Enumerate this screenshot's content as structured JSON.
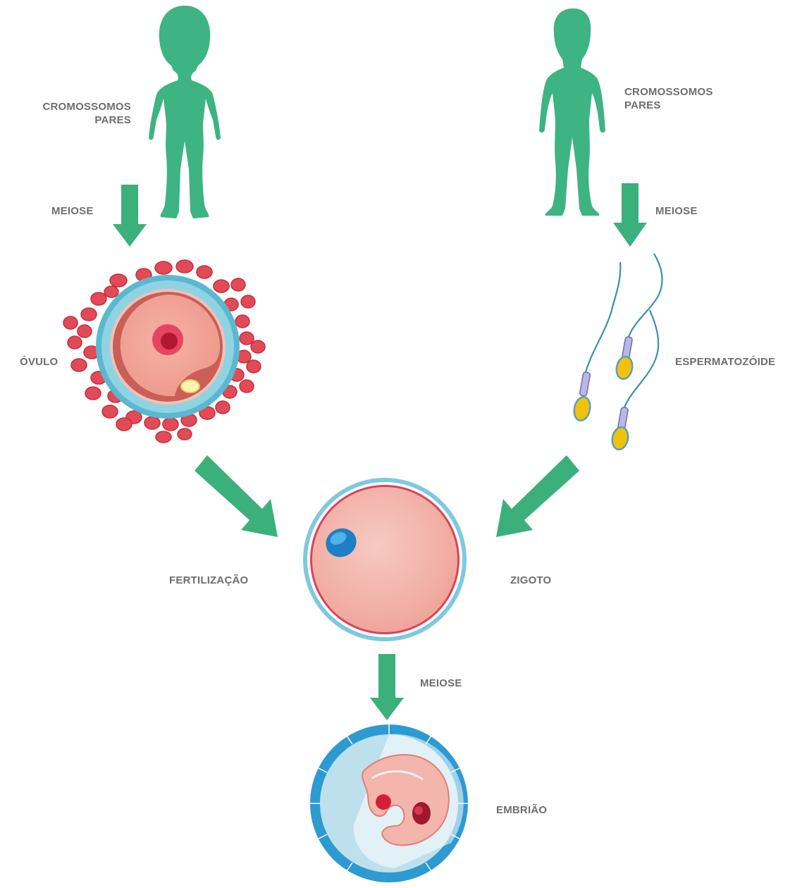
{
  "colors": {
    "arrow": "#3bb07b",
    "silhouette": "#3db482",
    "label": "#6d6e71",
    "cell_red": "#e34a57",
    "zona_blue": "#6ec6db"
  },
  "labels": {
    "female_chromosomes_line1": "CROMOSSOMOS",
    "female_chromosomes_line2": "PARES",
    "male_chromosomes_line1": "CROMOSSOMOS",
    "male_chromosomes_line2": "PARES",
    "meiosis_female": "MEIOSE",
    "meiosis_male": "MEIOSE",
    "ovum": "ÓVULO",
    "sperm": "ESPERMATOZÓIDE",
    "fertilization": "FERTILIZAÇÃO",
    "zygote": "ZIGOTO",
    "meiosis_zygote": "MEIOSE",
    "embryo": "EMBRIÃO"
  },
  "icons": [
    "girl-silhouette-icon",
    "boy-silhouette-icon",
    "ovum-cell-icon",
    "sperm-cells-icon",
    "zygote-cell-icon",
    "embryo-icon"
  ]
}
